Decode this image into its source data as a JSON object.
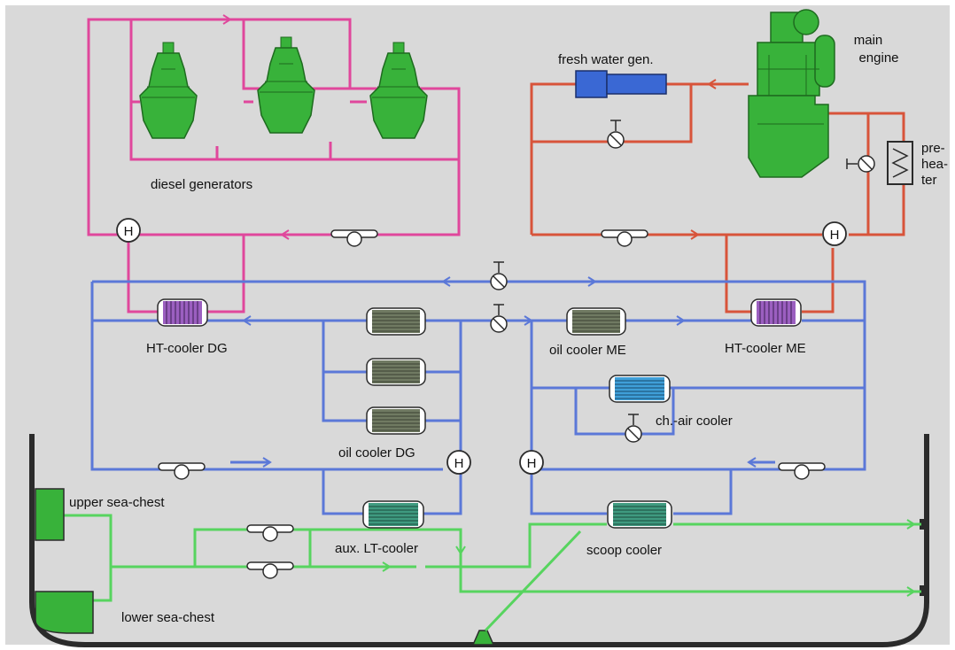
{
  "colors": {
    "background": "#d9d9d9",
    "ht_fresh_water_dg": "#e0479c",
    "ht_fresh_water_me": "#d8543a",
    "lt_fresh_water": "#5b78d8",
    "sea_water": "#57d45f",
    "equipment_green": "#38b23a",
    "hull": "#2b2b2b",
    "ht_cooler_fill": "#9b5fc0",
    "lt_cooler_fill": "#707a62",
    "aux_cooler_fill": "#3f9a80",
    "ch_air_cooler_fill": "#3f9fd8",
    "fresh_water_gen_fill": "#3a68d4"
  },
  "labels": {
    "main_engine": [
      "main",
      "engine"
    ],
    "fresh_water_gen": "fresh water gen.",
    "preheater": [
      "pre-",
      "hea-",
      "ter"
    ],
    "diesel_generators": "diesel generators",
    "ht_cooler_dg": "HT-cooler DG",
    "ht_cooler_me": "HT-cooler ME",
    "oil_cooler_me": "oil cooler ME",
    "oil_cooler_dg": "oil cooler DG",
    "ch_air_cooler": "ch.-air cooler",
    "aux_lt_cooler": "aux. LT-cooler",
    "scoop_cooler": "scoop cooler",
    "upper_sea_chest": "upper sea-chest",
    "lower_sea_chest": "lower sea-chest",
    "header_tank_symbol": "H"
  },
  "icons": {
    "pump": "pump-icon",
    "valve": "valve-icon",
    "header_tank": "header-tank-icon",
    "cooler": "cooler-icon",
    "generator": "diesel-generator-icon",
    "engine": "main-engine-icon"
  }
}
